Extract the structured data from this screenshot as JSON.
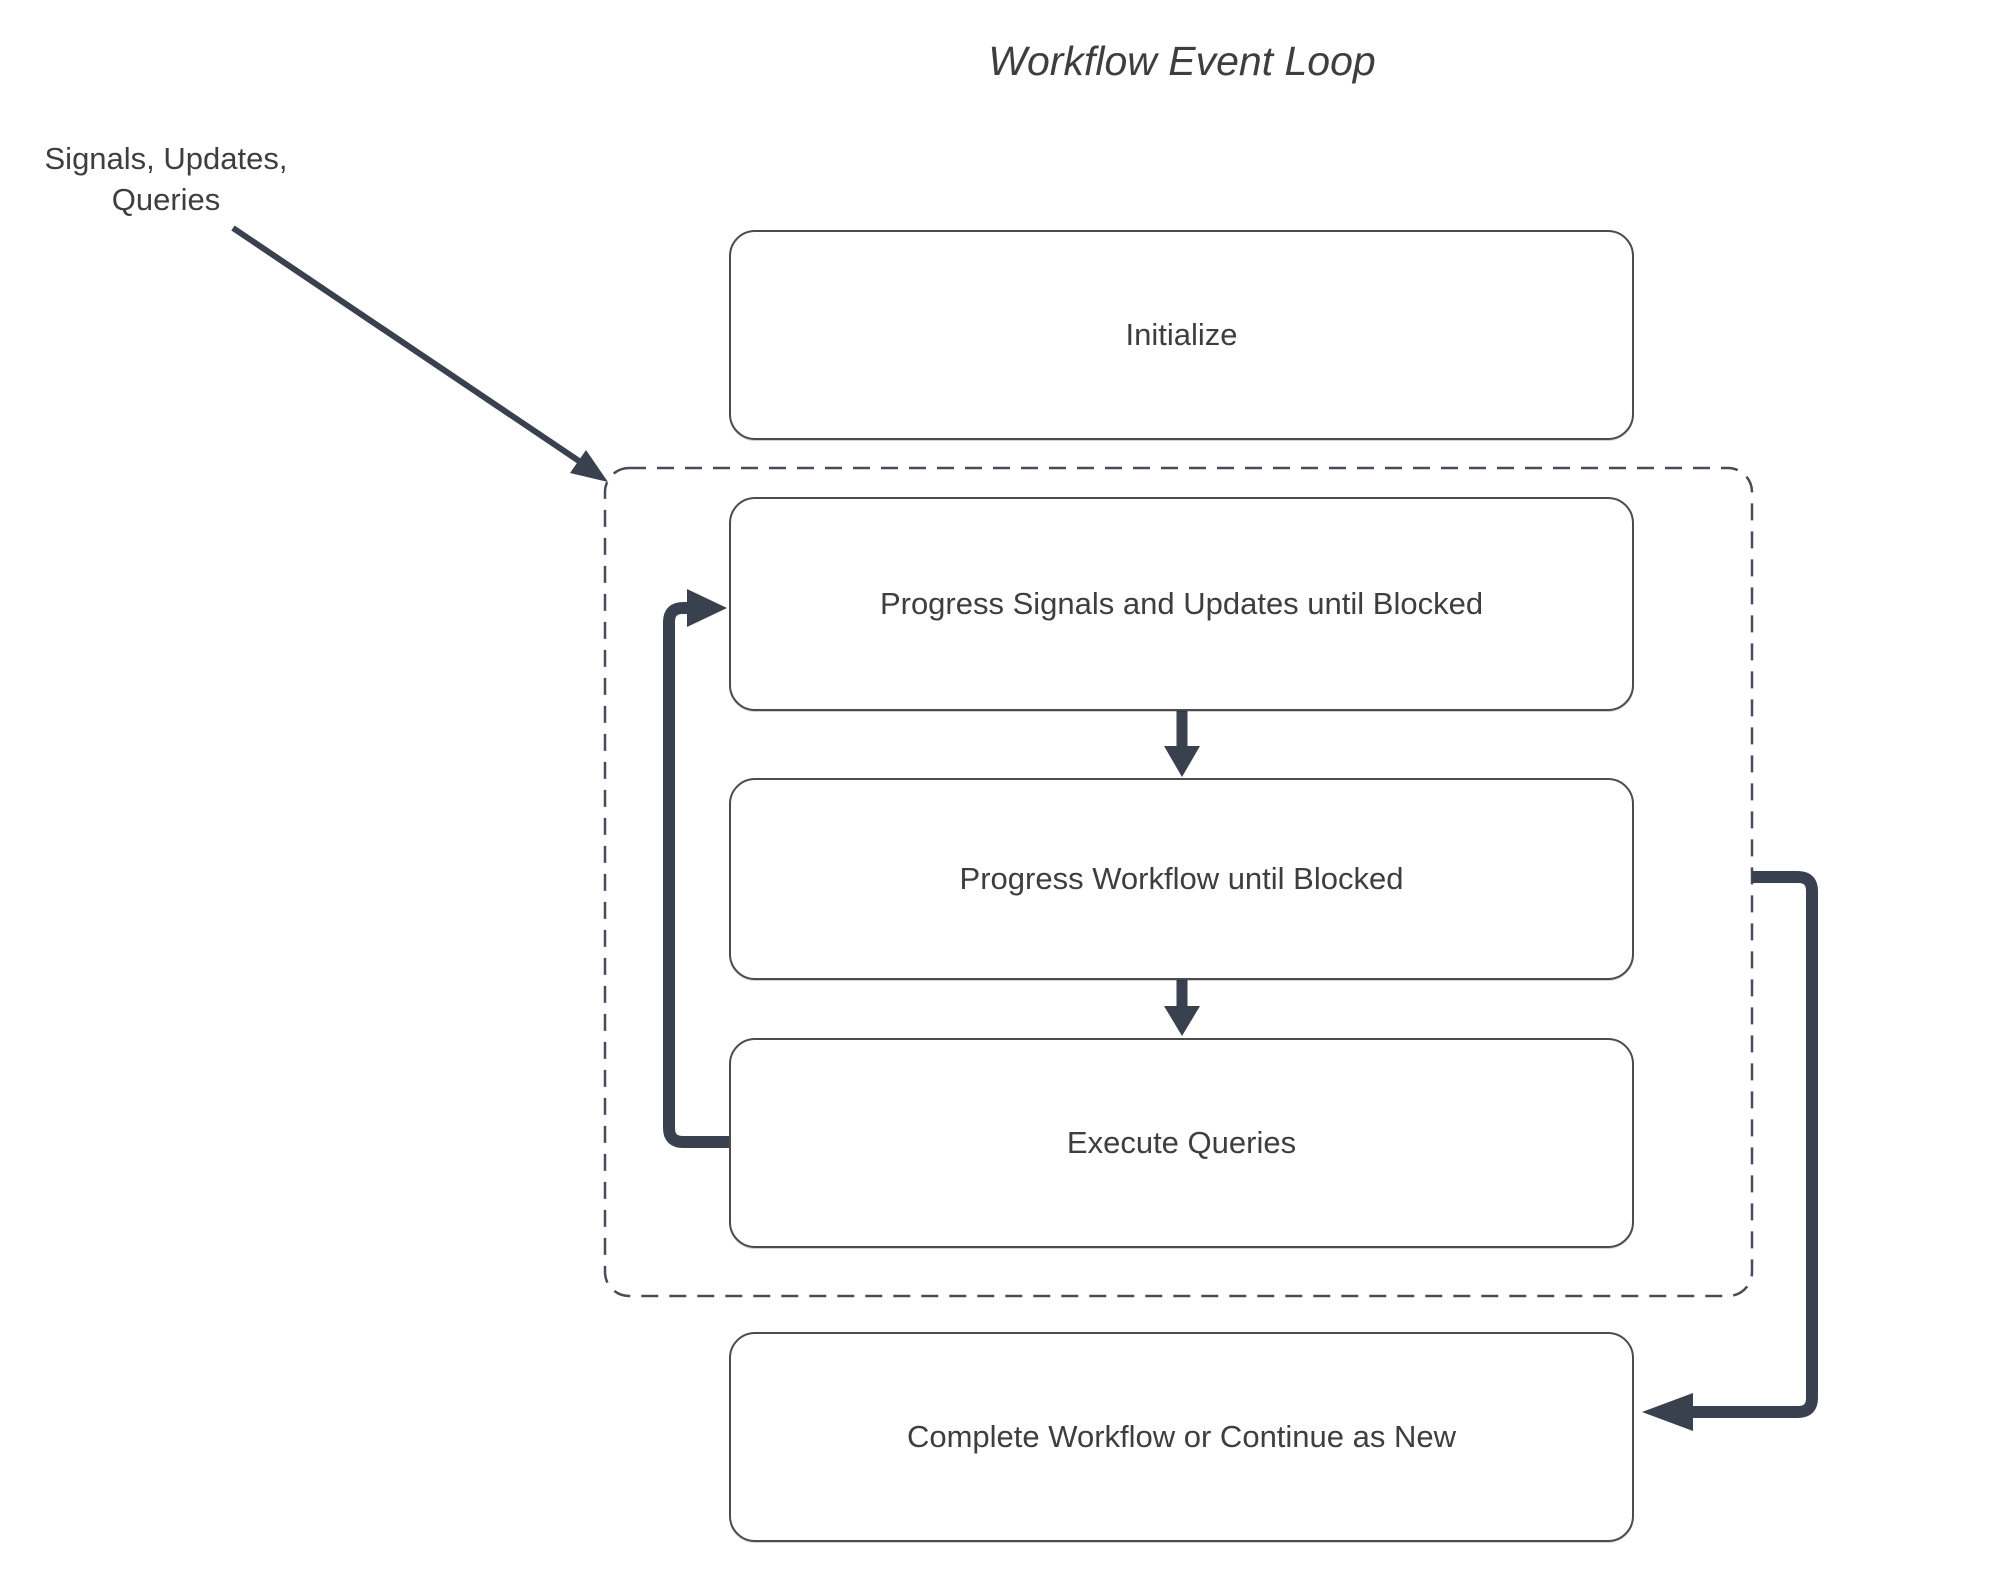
{
  "title": "Workflow Event Loop",
  "annotation": {
    "label": "Signals, Updates,\nQueries"
  },
  "nodes": {
    "initialize": {
      "label": "Initialize"
    },
    "progress_signals": {
      "label": "Progress Signals and Updates until Blocked"
    },
    "progress_workflow": {
      "label": "Progress Workflow until Blocked"
    },
    "execute_queries": {
      "label": "Execute Queries"
    },
    "complete": {
      "label": "Complete Workflow or Continue as New"
    }
  },
  "edges": [
    {
      "from": "annotation",
      "to": "event-loop-container"
    },
    {
      "from": "progress_signals",
      "to": "progress_workflow"
    },
    {
      "from": "progress_workflow",
      "to": "execute_queries"
    },
    {
      "from": "execute_queries",
      "to": "progress_signals",
      "style": "loop-back"
    },
    {
      "from": "event-loop-container",
      "to": "complete",
      "style": "continue-as-new"
    }
  ],
  "colors": {
    "arrow": "#3a414e",
    "dashed-border": "#464c58",
    "box-border": "#4c4c4c",
    "text": "#3e3e3e",
    "background": "#ffffff"
  }
}
